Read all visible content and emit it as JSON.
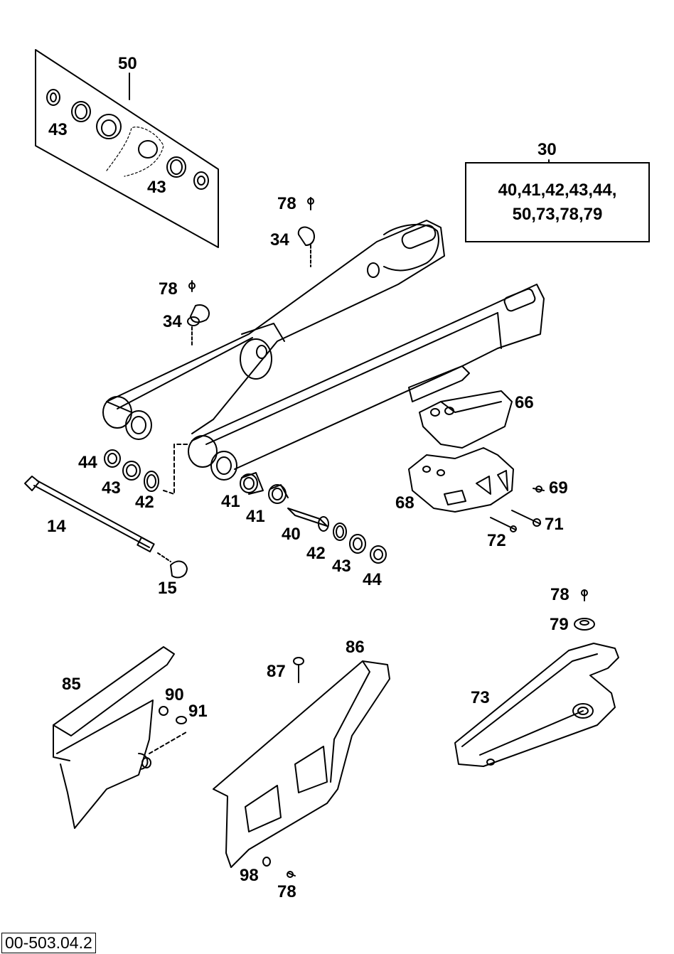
{
  "kit_box": {
    "number": "30",
    "line1": "40,41,42,43,44,",
    "line2": "50,73,78,79"
  },
  "bearing_kit_number": "50",
  "drawing_code": "00-503.04.2",
  "callouts": {
    "c50": "50",
    "c43a": "43",
    "c43b": "43",
    "c78a": "78",
    "c34a": "34",
    "c78b": "78",
    "c34b": "34",
    "c44a": "44",
    "c43c": "43",
    "c42a": "42",
    "c14": "14",
    "c15": "15",
    "c41a": "41",
    "c41b": "41",
    "c40": "40",
    "c42b": "42",
    "c43d": "43",
    "c44b": "44",
    "c66": "66",
    "c68": "68",
    "c69": "69",
    "c71": "71",
    "c72": "72",
    "c78c": "78",
    "c79": "79",
    "c73": "73",
    "c85": "85",
    "c90": "90",
    "c91": "91",
    "c86": "86",
    "c87": "87",
    "c98": "98",
    "c78d": "78"
  }
}
